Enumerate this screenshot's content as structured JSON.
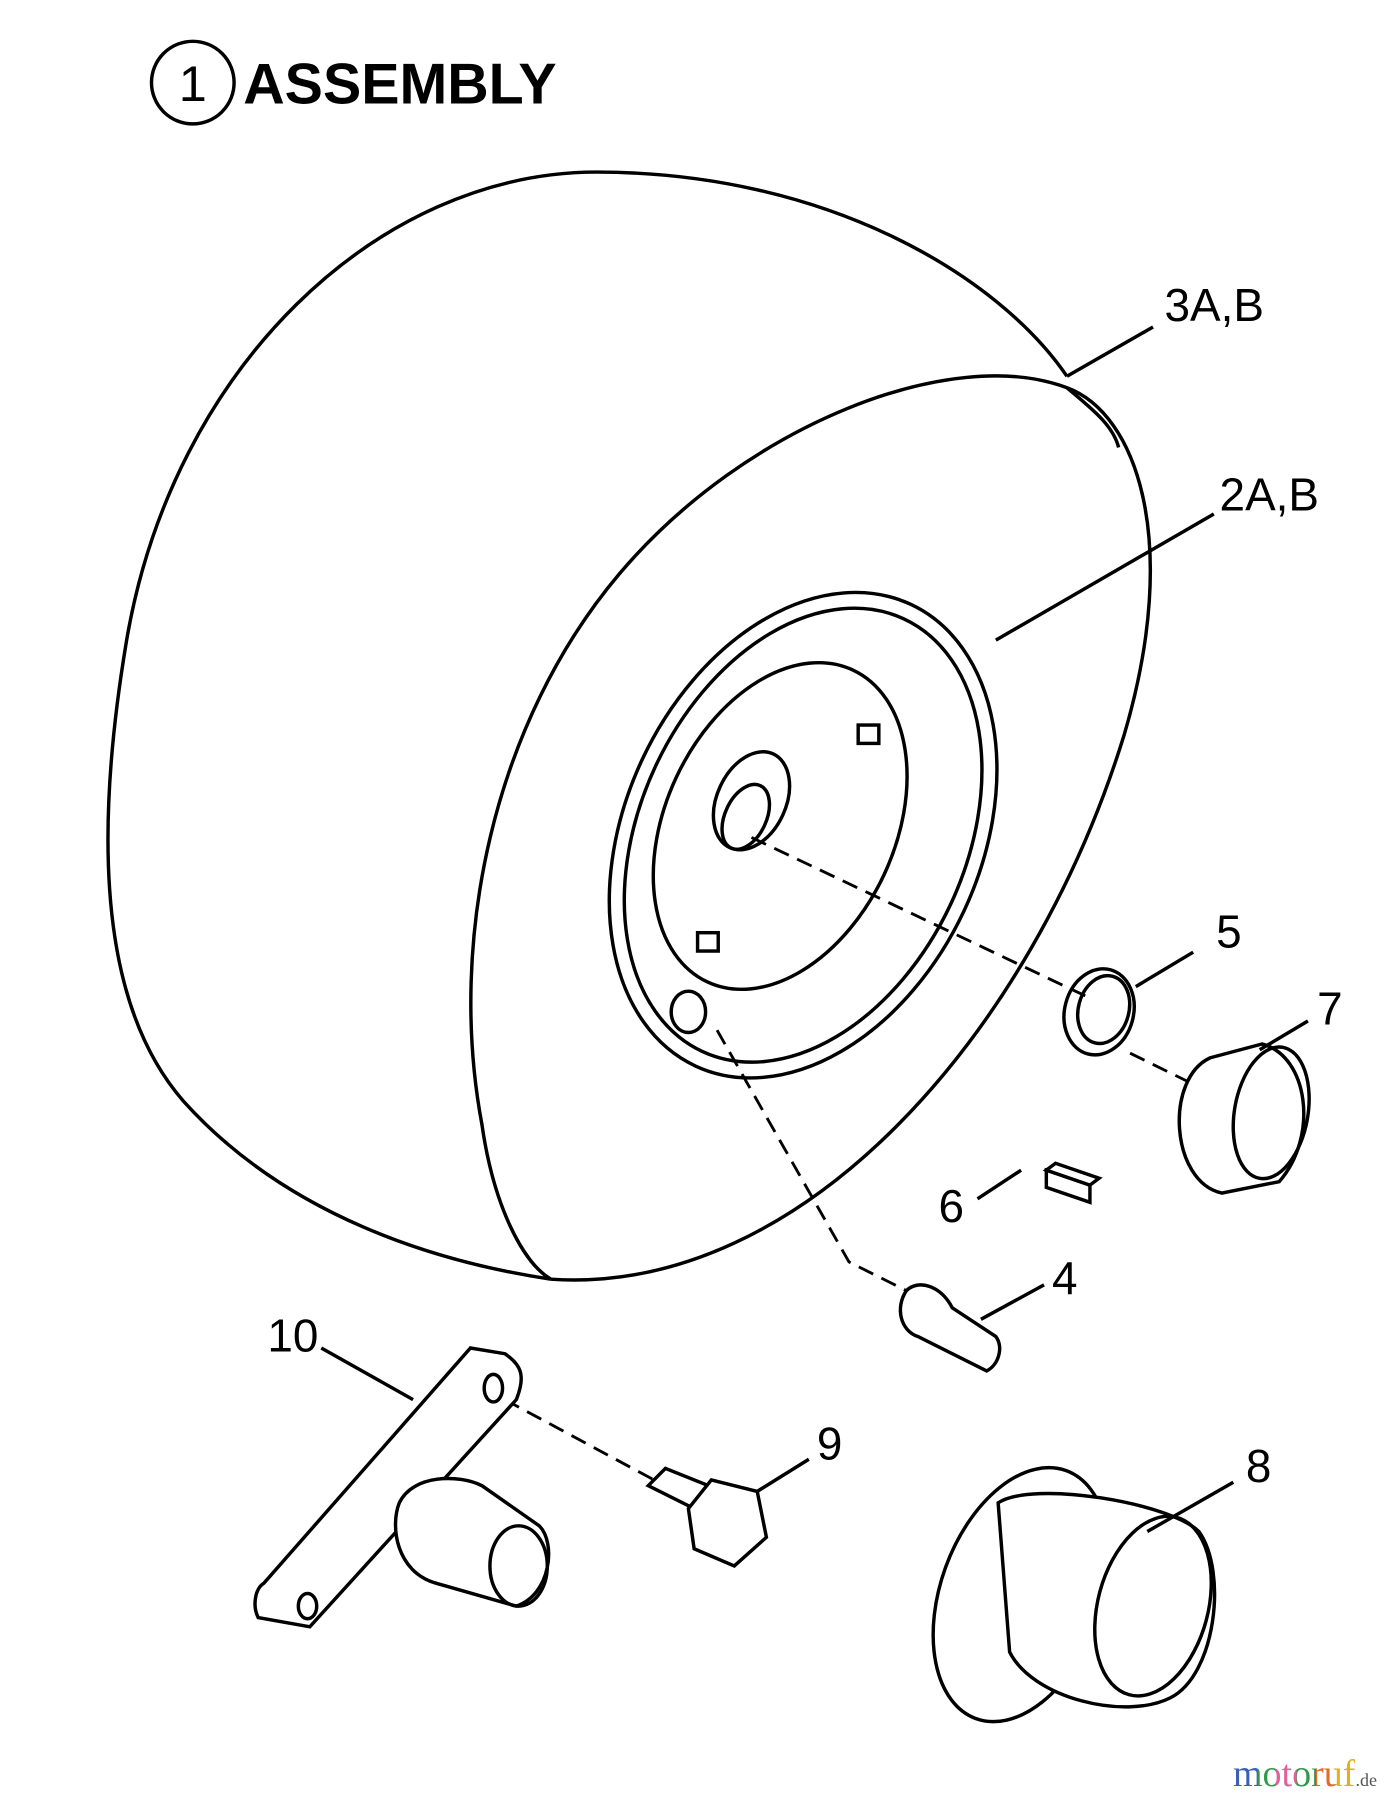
{
  "title": {
    "number": "1",
    "text": "ASSEMBLY"
  },
  "callouts": {
    "tire": "3A,B",
    "rim": "2A,B",
    "ring": "5",
    "bushing": "7",
    "key": "6",
    "valve_stem": "4",
    "bracket": "10",
    "bolt": "9",
    "cap": "8"
  },
  "watermark": {
    "brand": "motoruf",
    "tld": ".de"
  }
}
